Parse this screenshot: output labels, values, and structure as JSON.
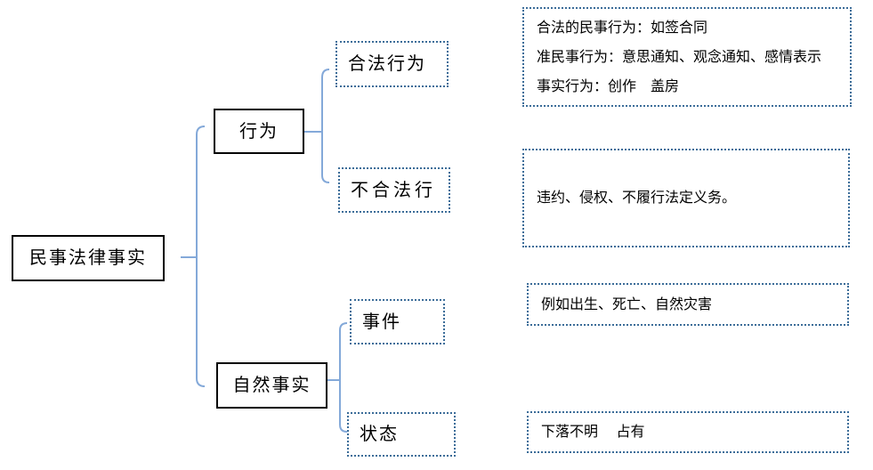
{
  "colors": {
    "connector": "#84a9d9",
    "dashed_border": "#3c6d99",
    "solid_border": "#000000",
    "background": "#ffffff",
    "text": "#000000"
  },
  "diagram": {
    "root": {
      "label": "民事法律事实"
    },
    "branches": [
      {
        "label": "行为",
        "children": [
          {
            "label": "合法行为"
          },
          {
            "label": "不合法行"
          }
        ]
      },
      {
        "label": "自然事实",
        "children": [
          {
            "label": "事件"
          },
          {
            "label": "状态"
          }
        ]
      }
    ],
    "notes": [
      {
        "lines": [
          "合法的民事行为：如签合同",
          "准民事行为：意思通知、观念通知、感情表示",
          "事实行为：创作　盖房"
        ]
      },
      {
        "lines": [
          "违约、侵权、不履行法定义务。"
        ]
      },
      {
        "lines": [
          "例如出生、死亡、自然灾害"
        ]
      },
      {
        "lines": [
          "下落不明　 占有"
        ]
      }
    ]
  }
}
